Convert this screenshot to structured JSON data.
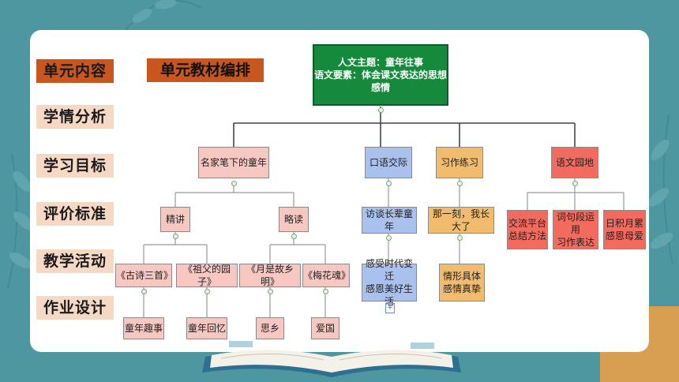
{
  "sidebar": {
    "items": [
      {
        "label": "单元内容",
        "active": true
      },
      {
        "label": "学情分析",
        "active": false
      },
      {
        "label": "学习目标",
        "active": false
      },
      {
        "label": "评价标准",
        "active": false
      },
      {
        "label": "教学活动",
        "active": false
      },
      {
        "label": "作业设计",
        "active": false
      }
    ]
  },
  "heading": "单元教材编排",
  "mindmap": {
    "root_line1": "人文主题：童年往事",
    "root_line2": "语文要素：体会课文表达的思想感情",
    "branches": {
      "famous": "名家笔下的童年",
      "oral": "口语交际",
      "writing": "习作练习",
      "garden": "语文园地"
    },
    "famous_children": {
      "intensive": "精讲",
      "skim": "略读"
    },
    "lessons": [
      "《古诗三首》",
      "《祖父的园子》",
      "《月是故乡明》",
      "《梅花魂》"
    ],
    "lesson_leaves": [
      "童年趣事",
      "童年回忆",
      "思乡",
      "爱国"
    ],
    "oral_child": "访谈长辈童年",
    "oral_leaf": [
      "感受时代变迁",
      "感恩美好生活"
    ],
    "writing_child": "那一刻，我长大了",
    "writing_leaf": [
      "情形具体",
      "感情真挚"
    ],
    "garden_children": [
      [
        "交流平台",
        "总结方法"
      ],
      [
        "词句段运用",
        "习作表达"
      ],
      [
        "日积月累",
        "感恩母爱"
      ]
    ],
    "expand_mark": "+"
  },
  "colors": {
    "background": "#4f97a0",
    "accent": "#c8561f",
    "sidebar_item": "#f6d9c4",
    "root": "#158a3c",
    "branch_pink": "#f7c7c1",
    "branch_blue": "#a9c1ec",
    "branch_orange": "#f2bc6e",
    "garden_red": "#f26b5e"
  }
}
